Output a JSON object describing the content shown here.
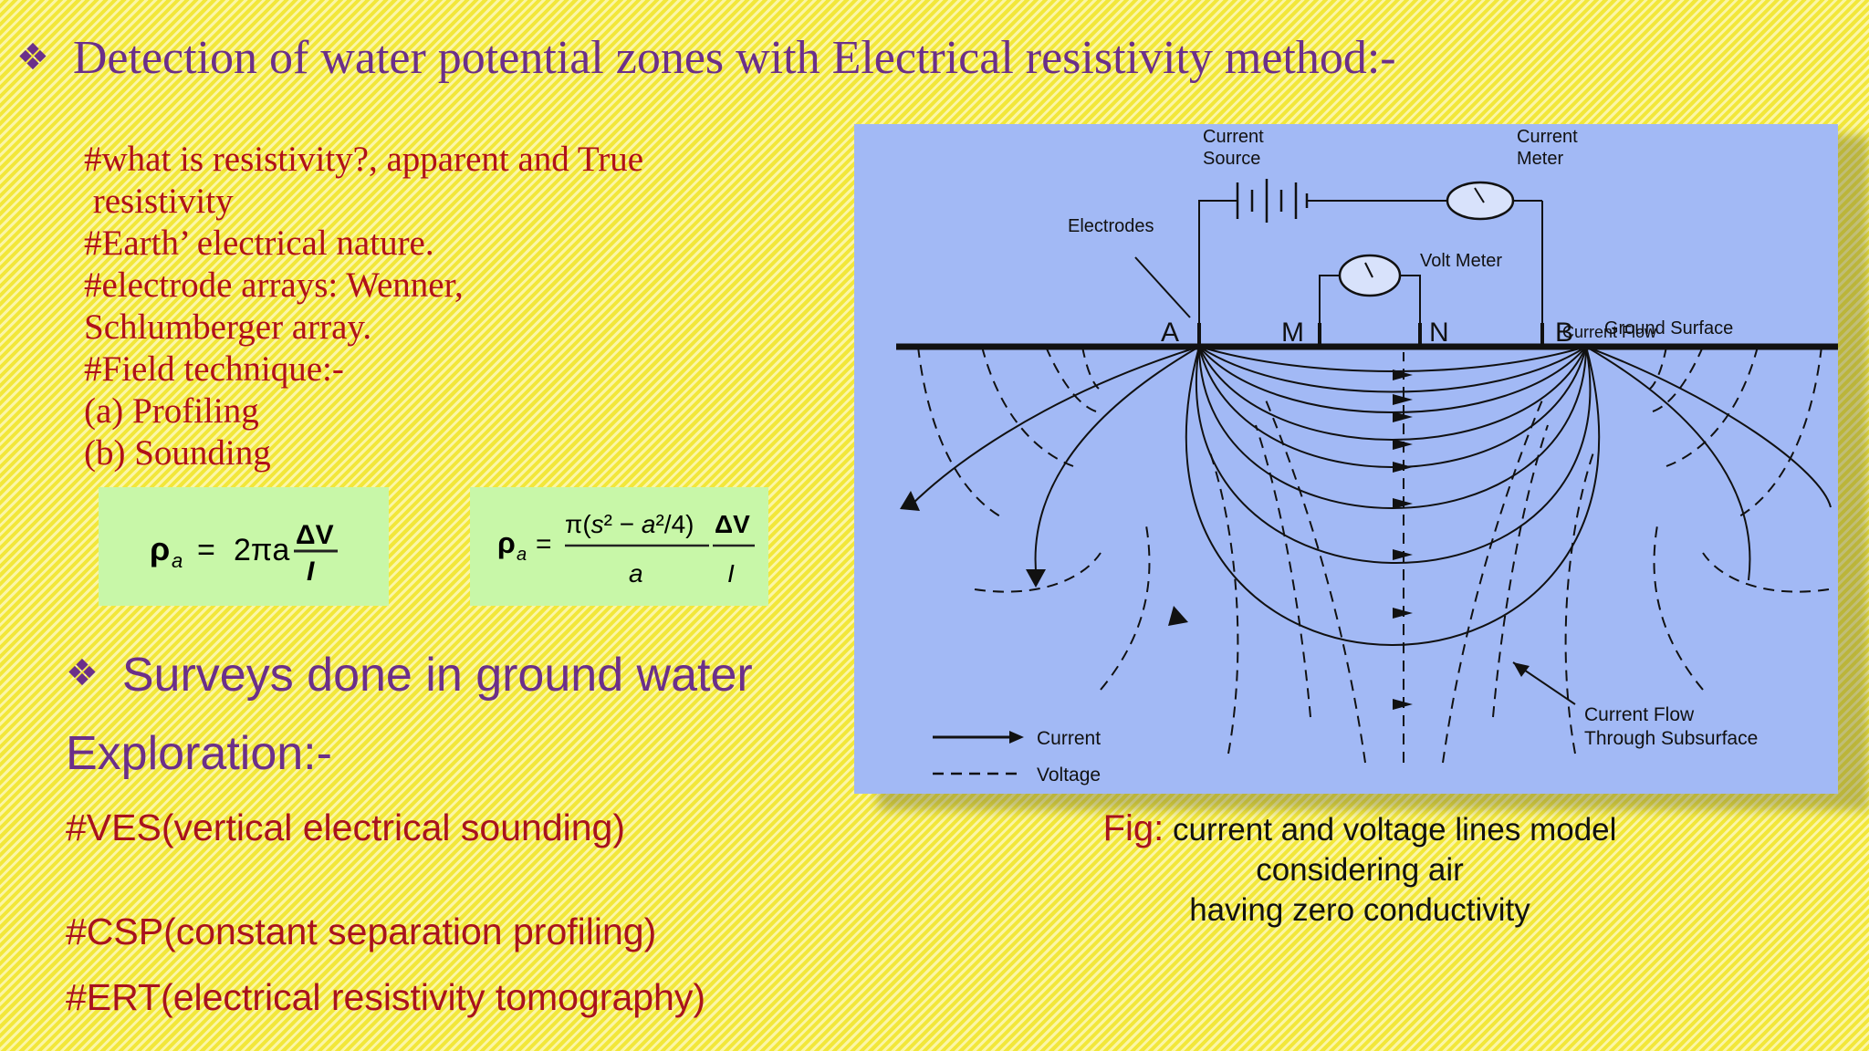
{
  "title": "Detection of water potential zones with Electrical resistivity method:-",
  "notes": [
    "#what is resistivity?, apparent and True",
    " resistivity",
    "#Earth’ electrical nature.",
    "#electrode arrays: Wenner,",
    "Schlumberger array.",
    "#Field technique:-",
    "(a) Profiling",
    "(b) Sounding"
  ],
  "formulas": {
    "wenner": "ρa = 2πa ΔV / I",
    "schlumberger": "ρa = π(s² − a²/4)/a · ΔV / I"
  },
  "surveys": {
    "heading": "Surveys done in ground water",
    "subheading": "Exploration:-",
    "items": [
      "#VES(vertical electrical sounding)",
      "#CSP(constant separation profiling)",
      "#ERT(electrical resistivity tomography)"
    ]
  },
  "diagram": {
    "labels": {
      "current_source": [
        "Current",
        "Source"
      ],
      "current_meter": [
        "Current",
        "Meter"
      ],
      "electrodes": "Electrodes",
      "volt_meter": "Volt Meter",
      "ground_surface": "Ground Surface",
      "electrode_a": "A",
      "electrode_m": "M",
      "electrode_n": "N",
      "electrode_b": "B",
      "legend_current": "Current",
      "legend_voltage": "Voltage",
      "current_flow": [
        "Current Flow",
        "Through Subsurface"
      ]
    },
    "colors": {
      "background": "#a2b9f5",
      "lines": "#111111"
    }
  },
  "caption": {
    "prefix": "Fig:",
    "text_line1": "current and voltage lines model considering air",
    "text_line2": "having zero conductivity"
  },
  "colors": {
    "title": "#6b2f8a",
    "notes": "#b0101a",
    "formula_bg": "#c8f7a8"
  }
}
